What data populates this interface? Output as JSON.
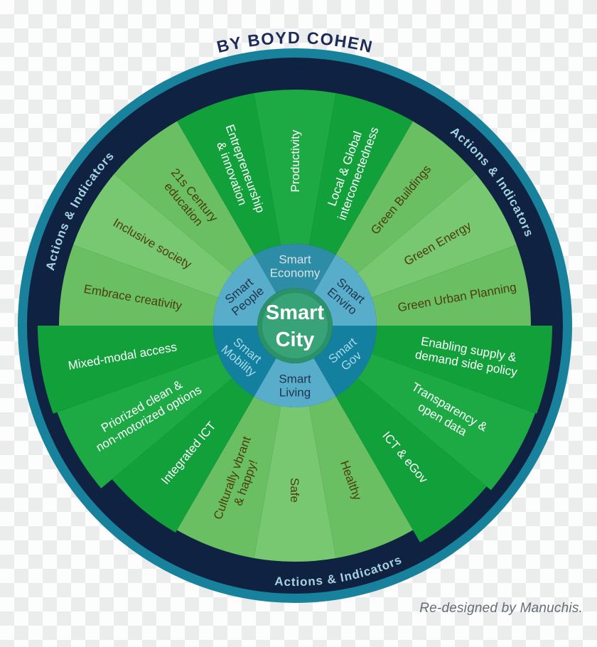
{
  "title": "BY BOYD COHEN",
  "credit": "Re-designed by Manuchis.",
  "ring_label": "Actions & Indicators",
  "center_label": "Smart City",
  "center_label_lines": [
    "Smart",
    "City"
  ],
  "colors": {
    "navy": "#0f2241",
    "teal_edge": "#18829c",
    "ring_text": "#a5d3e2",
    "title_text": "#1d2c59",
    "credit_text": "#676d75",
    "bright_green": "#12a03b",
    "bright_green_alt": "#1daa45",
    "light_green": "#69bf62",
    "light_green_alt": "#77c870",
    "bright_text": "#ffffff",
    "light_text": "#4c3c0f",
    "inner_dark": "#12809e",
    "inner_dark_economy": "#2e8da6",
    "inner_light": "#58aeca",
    "inner_dark_text": "#a9d8e8",
    "inner_economy_text": "#d9e1e6",
    "inner_light_text": "#21344f",
    "center_fill": "#38a377",
    "center_ring": "#2b9168",
    "center_text": "#ffffff"
  },
  "sectors": [
    {
      "name": "Smart Economy",
      "label_lines": [
        "Smart",
        "Economy"
      ],
      "tone": "dark-economy",
      "wedges": [
        {
          "label": "Entrepreneurship & innovation",
          "lines": [
            "Entrepreneurship",
            "& innovation"
          ]
        },
        {
          "label": "Productivity",
          "lines": [
            "Productivity"
          ]
        },
        {
          "label": "Local & Global interconectedness",
          "lines": [
            "Local & Global",
            "interconectedness"
          ]
        }
      ]
    },
    {
      "name": "Smart Enviro",
      "label_lines": [
        "Smart",
        "Enviro"
      ],
      "tone": "light",
      "wedges": [
        {
          "label": "Green Buildings",
          "lines": [
            "Green Buildings"
          ]
        },
        {
          "label": "Green Energy",
          "lines": [
            "Green Energy"
          ]
        },
        {
          "label": "Green Urban Planning",
          "lines": [
            "Green Urban Planning"
          ]
        }
      ]
    },
    {
      "name": "Smart Gov",
      "label_lines": [
        "Smart",
        "Gov"
      ],
      "tone": "dark",
      "wedges": [
        {
          "label": "Enabling supply & demand side policy",
          "lines": [
            "Enabling supply &",
            "demand side policy"
          ]
        },
        {
          "label": "Transparency & open data",
          "lines": [
            "Transparency &",
            "open data"
          ]
        },
        {
          "label": "ICT & eGov",
          "lines": [
            "ICT & eGov"
          ]
        }
      ]
    },
    {
      "name": "Smart Living",
      "label_lines": [
        "Smart",
        "Living"
      ],
      "tone": "light",
      "wedges": [
        {
          "label": "Healthy",
          "lines": [
            "Healthy"
          ]
        },
        {
          "label": "Safe",
          "lines": [
            "Safe"
          ]
        },
        {
          "label": "Culturally vbrant & happy!",
          "lines": [
            "Culturally vbrant",
            "& happy!"
          ]
        }
      ]
    },
    {
      "name": "Smart Mobility",
      "label_lines": [
        "Smart",
        "Mobility"
      ],
      "tone": "dark",
      "wedges": [
        {
          "label": "Integrated ICT",
          "lines": [
            "Integrated ICT"
          ]
        },
        {
          "label": "Priorized clean & non-motorized options",
          "lines": [
            "Priorized clean &",
            "non-motorized options"
          ]
        },
        {
          "label": "Mixed-modal access",
          "lines": [
            "Mixed-modal access"
          ]
        }
      ]
    },
    {
      "name": "Smart People",
      "label_lines": [
        "Smart",
        "People"
      ],
      "tone": "light",
      "wedges": [
        {
          "label": "Embrace creativity",
          "lines": [
            "Embrace creativity"
          ]
        },
        {
          "label": "Inclusive society",
          "lines": [
            "Inclusive society"
          ]
        },
        {
          "label": "21s Century education",
          "lines": [
            "21s Century",
            "education"
          ]
        }
      ]
    }
  ]
}
